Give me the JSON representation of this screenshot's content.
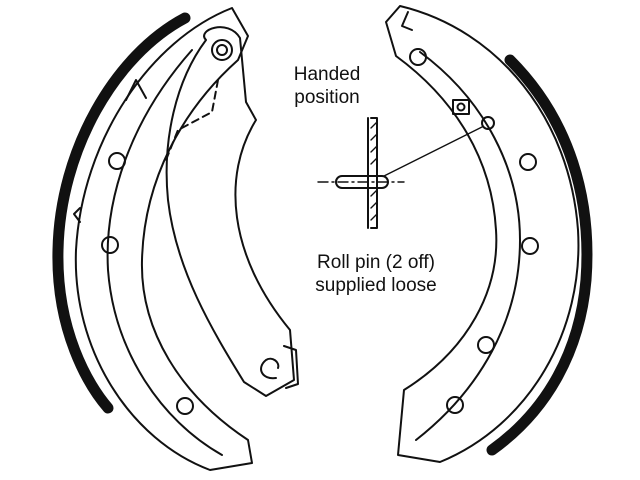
{
  "diagram": {
    "labels": {
      "handed_line1": "Handed",
      "handed_line2": "position",
      "rollpin_line1": "Roll pin (2 off)",
      "rollpin_line2": "supplied loose"
    },
    "colors": {
      "ink": "#111111",
      "paper": "#ffffff"
    }
  }
}
